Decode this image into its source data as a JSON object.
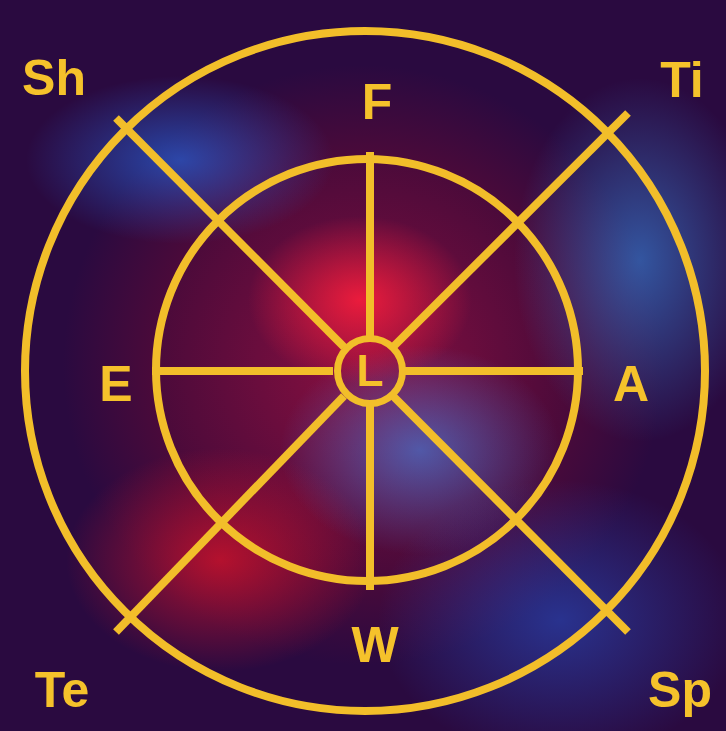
{
  "diagram": {
    "nodes": [
      {
        "text": [
          "L"
        ]
      }
    ],
    "labels": [
      "Sh",
      "Ti",
      "F",
      "E",
      "A",
      "W",
      "Te",
      "Sp"
    ]
  }
}
